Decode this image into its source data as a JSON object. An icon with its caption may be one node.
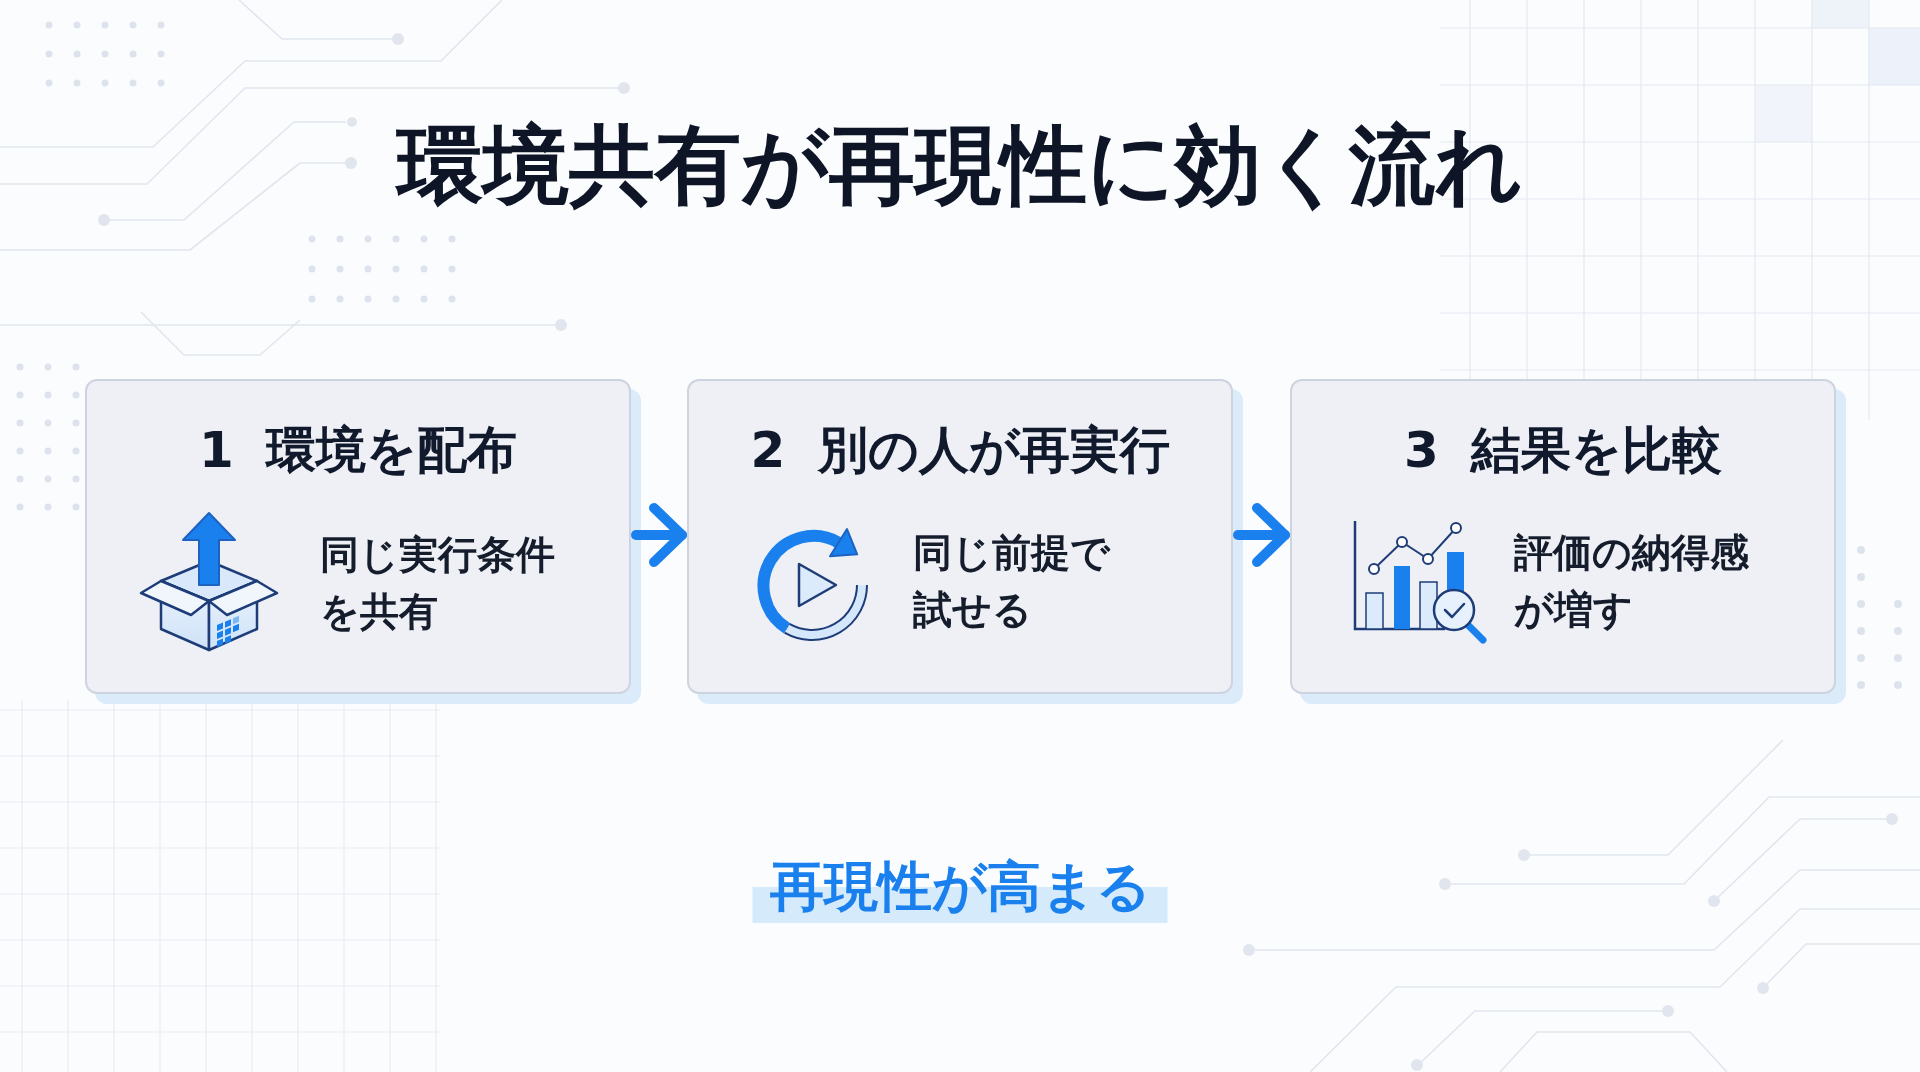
{
  "diagram": {
    "title": "環境共有が再現性に効く流れ",
    "nodes": [
      {
        "text": [
          "1 環境を配布",
          "同じ実行条件を共有"
        ]
      },
      {
        "text": [
          "2 別の人が再実行",
          "同じ前提で試せる"
        ]
      },
      {
        "text": [
          "3 結果を比較",
          "評価の納得感が増す"
        ]
      }
    ],
    "edges": [
      {
        "from": 0,
        "to": 1,
        "arrow": "to"
      },
      {
        "from": 1,
        "to": 2,
        "arrow": "to"
      }
    ],
    "labels": [
      "再現性が高まる"
    ]
  }
}
